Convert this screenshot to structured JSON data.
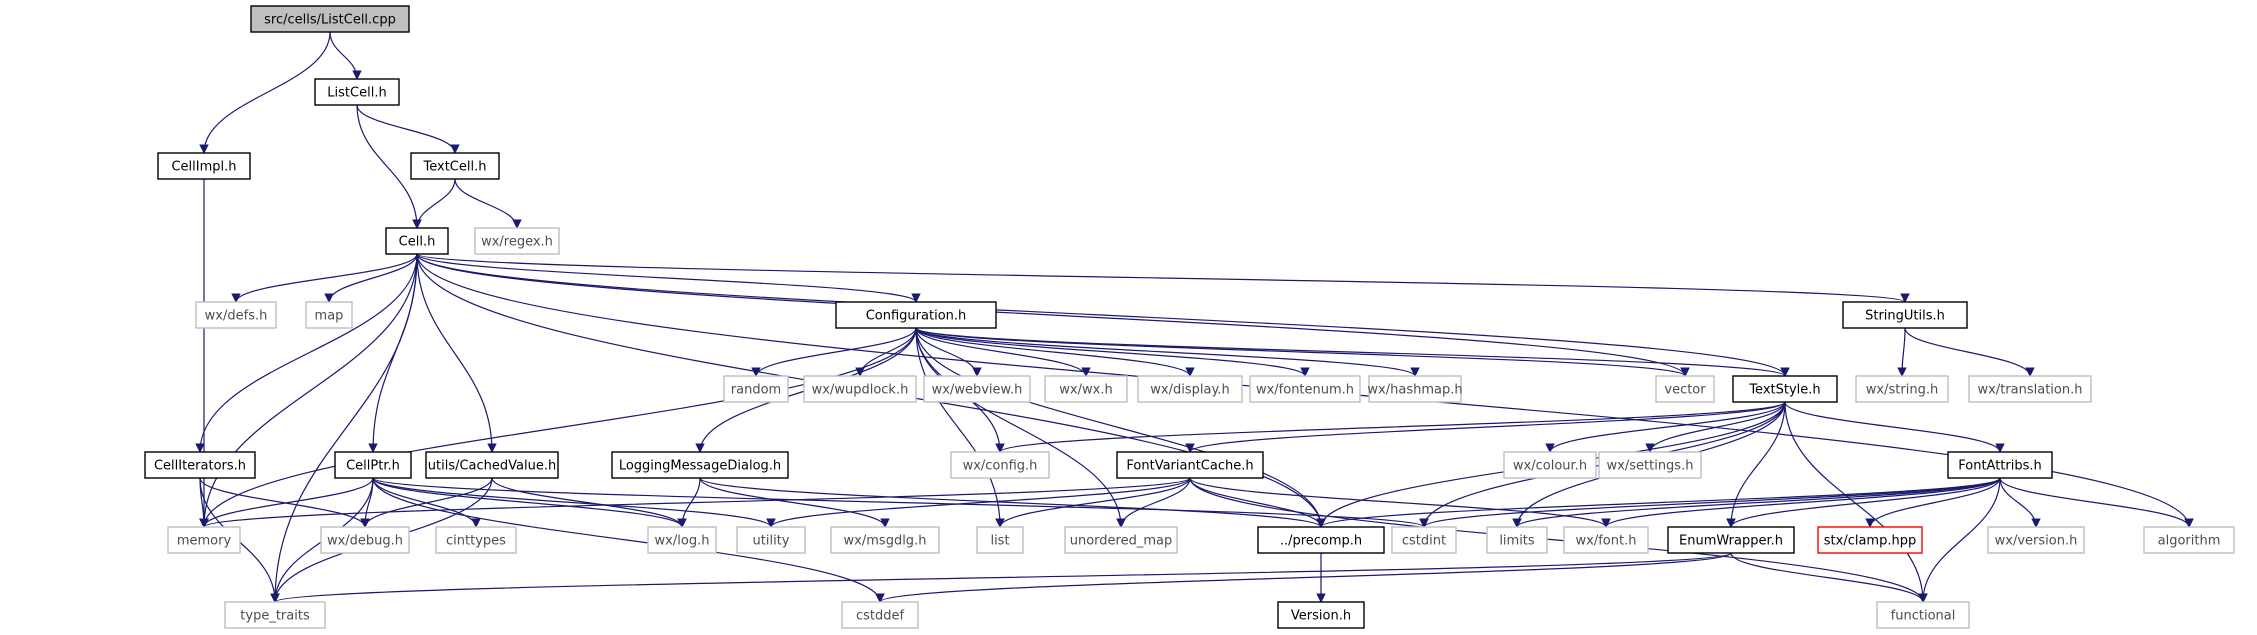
{
  "colors": {
    "edge": "#191970",
    "border_doc": "#000000",
    "border_missing": "#bfbfbf",
    "border_error": "#ff0000",
    "root_fill": "#bfbfbf",
    "text_doc": "#000000",
    "text_missing": "#4d4d4d"
  },
  "nodes": [
    {
      "id": "n0",
      "label": "src/cells/ListCell.cpp",
      "kind": "root"
    },
    {
      "id": "n1",
      "label": "ListCell.h",
      "kind": "doc"
    },
    {
      "id": "n2",
      "label": "CellImpl.h",
      "kind": "doc"
    },
    {
      "id": "n3",
      "label": "TextCell.h",
      "kind": "doc"
    },
    {
      "id": "n4",
      "label": "Cell.h",
      "kind": "doc"
    },
    {
      "id": "n5",
      "label": "wx/regex.h",
      "kind": "missing"
    },
    {
      "id": "n6",
      "label": "wx/defs.h",
      "kind": "missing"
    },
    {
      "id": "n7",
      "label": "map",
      "kind": "missing"
    },
    {
      "id": "n8",
      "label": "Configuration.h",
      "kind": "doc"
    },
    {
      "id": "n9",
      "label": "StringUtils.h",
      "kind": "doc"
    },
    {
      "id": "n10",
      "label": "random",
      "kind": "missing"
    },
    {
      "id": "n11",
      "label": "wx/wupdlock.h",
      "kind": "missing"
    },
    {
      "id": "n12",
      "label": "wx/webview.h",
      "kind": "missing"
    },
    {
      "id": "n13",
      "label": "wx/wx.h",
      "kind": "missing"
    },
    {
      "id": "n14",
      "label": "wx/display.h",
      "kind": "missing"
    },
    {
      "id": "n15",
      "label": "wx/fontenum.h",
      "kind": "missing"
    },
    {
      "id": "n16",
      "label": "wx/hashmap.h",
      "kind": "missing"
    },
    {
      "id": "n17",
      "label": "vector",
      "kind": "missing"
    },
    {
      "id": "n18",
      "label": "TextStyle.h",
      "kind": "doc"
    },
    {
      "id": "n19",
      "label": "wx/string.h",
      "kind": "missing"
    },
    {
      "id": "n20",
      "label": "wx/translation.h",
      "kind": "missing"
    },
    {
      "id": "n21",
      "label": "CellIterators.h",
      "kind": "doc"
    },
    {
      "id": "n22",
      "label": "CellPtr.h",
      "kind": "doc"
    },
    {
      "id": "n23",
      "label": "utils/CachedValue.h",
      "kind": "doc"
    },
    {
      "id": "n24",
      "label": "LoggingMessageDialog.h",
      "kind": "doc"
    },
    {
      "id": "n25",
      "label": "wx/config.h",
      "kind": "missing"
    },
    {
      "id": "n26",
      "label": "FontVariantCache.h",
      "kind": "doc"
    },
    {
      "id": "n27",
      "label": "wx/colour.h",
      "kind": "missing"
    },
    {
      "id": "n28",
      "label": "wx/settings.h",
      "kind": "missing"
    },
    {
      "id": "n29",
      "label": "FontAttribs.h",
      "kind": "doc"
    },
    {
      "id": "n30",
      "label": "memory",
      "kind": "missing"
    },
    {
      "id": "n31",
      "label": "wx/debug.h",
      "kind": "missing"
    },
    {
      "id": "n32",
      "label": "cinttypes",
      "kind": "missing"
    },
    {
      "id": "n33",
      "label": "wx/log.h",
      "kind": "missing"
    },
    {
      "id": "n34",
      "label": "utility",
      "kind": "missing"
    },
    {
      "id": "n35",
      "label": "wx/msgdlg.h",
      "kind": "missing"
    },
    {
      "id": "n36",
      "label": "list",
      "kind": "missing"
    },
    {
      "id": "n37",
      "label": "unordered_map",
      "kind": "missing"
    },
    {
      "id": "n38",
      "label": "../precomp.h",
      "kind": "doc"
    },
    {
      "id": "n39",
      "label": "cstdint",
      "kind": "missing"
    },
    {
      "id": "n40",
      "label": "limits",
      "kind": "missing"
    },
    {
      "id": "n41",
      "label": "wx/font.h",
      "kind": "missing"
    },
    {
      "id": "n42",
      "label": "EnumWrapper.h",
      "kind": "doc"
    },
    {
      "id": "n43",
      "label": "stx/clamp.hpp",
      "kind": "error"
    },
    {
      "id": "n44",
      "label": "wx/version.h",
      "kind": "missing"
    },
    {
      "id": "n45",
      "label": "algorithm",
      "kind": "missing"
    },
    {
      "id": "n46",
      "label": "type_traits",
      "kind": "missing"
    },
    {
      "id": "n47",
      "label": "cstddef",
      "kind": "missing"
    },
    {
      "id": "n48",
      "label": "Version.h",
      "kind": "doc"
    },
    {
      "id": "n49",
      "label": "functional",
      "kind": "missing"
    }
  ],
  "edges": [
    [
      "n0",
      "n1"
    ],
    [
      "n0",
      "n2"
    ],
    [
      "n1",
      "n4"
    ],
    [
      "n1",
      "n3"
    ],
    [
      "n2",
      "n30"
    ],
    [
      "n3",
      "n4"
    ],
    [
      "n3",
      "n5"
    ],
    [
      "n4",
      "n6"
    ],
    [
      "n4",
      "n7"
    ],
    [
      "n4",
      "n8"
    ],
    [
      "n4",
      "n9"
    ],
    [
      "n4",
      "n17"
    ],
    [
      "n4",
      "n18"
    ],
    [
      "n4",
      "n21"
    ],
    [
      "n4",
      "n22"
    ],
    [
      "n4",
      "n23"
    ],
    [
      "n4",
      "n30"
    ],
    [
      "n4",
      "n38"
    ],
    [
      "n4",
      "n45"
    ],
    [
      "n4",
      "n46"
    ],
    [
      "n8",
      "n10"
    ],
    [
      "n8",
      "n11"
    ],
    [
      "n8",
      "n12"
    ],
    [
      "n8",
      "n13"
    ],
    [
      "n8",
      "n14"
    ],
    [
      "n8",
      "n15"
    ],
    [
      "n8",
      "n16"
    ],
    [
      "n8",
      "n17"
    ],
    [
      "n8",
      "n18"
    ],
    [
      "n8",
      "n24"
    ],
    [
      "n8",
      "n25"
    ],
    [
      "n8",
      "n30"
    ],
    [
      "n8",
      "n36"
    ],
    [
      "n8",
      "n37"
    ],
    [
      "n8",
      "n38"
    ],
    [
      "n9",
      "n19"
    ],
    [
      "n9",
      "n20"
    ],
    [
      "n18",
      "n25"
    ],
    [
      "n18",
      "n26"
    ],
    [
      "n18",
      "n27"
    ],
    [
      "n18",
      "n28"
    ],
    [
      "n18",
      "n29"
    ],
    [
      "n18",
      "n38"
    ],
    [
      "n18",
      "n39"
    ],
    [
      "n18",
      "n40"
    ],
    [
      "n18",
      "n42"
    ],
    [
      "n18",
      "n49"
    ],
    [
      "n21",
      "n30"
    ],
    [
      "n21",
      "n31"
    ],
    [
      "n21",
      "n46"
    ],
    [
      "n22",
      "n30"
    ],
    [
      "n22",
      "n31"
    ],
    [
      "n22",
      "n32"
    ],
    [
      "n22",
      "n33"
    ],
    [
      "n22",
      "n34"
    ],
    [
      "n22",
      "n46"
    ],
    [
      "n22",
      "n47"
    ],
    [
      "n22",
      "n39"
    ],
    [
      "n23",
      "n31"
    ],
    [
      "n23",
      "n33"
    ],
    [
      "n23",
      "n46"
    ],
    [
      "n24",
      "n33"
    ],
    [
      "n24",
      "n35"
    ],
    [
      "n24",
      "n38"
    ],
    [
      "n26",
      "n30"
    ],
    [
      "n26",
      "n34"
    ],
    [
      "n26",
      "n36"
    ],
    [
      "n26",
      "n37"
    ],
    [
      "n26",
      "n38"
    ],
    [
      "n26",
      "n41"
    ],
    [
      "n26",
      "n49"
    ],
    [
      "n29",
      "n38"
    ],
    [
      "n29",
      "n39"
    ],
    [
      "n29",
      "n40"
    ],
    [
      "n29",
      "n41"
    ],
    [
      "n29",
      "n42"
    ],
    [
      "n29",
      "n43"
    ],
    [
      "n29",
      "n44"
    ],
    [
      "n29",
      "n45"
    ],
    [
      "n29",
      "n49"
    ],
    [
      "n38",
      "n48"
    ],
    [
      "n42",
      "n46"
    ],
    [
      "n42",
      "n47"
    ],
    [
      "n42",
      "n49"
    ]
  ]
}
